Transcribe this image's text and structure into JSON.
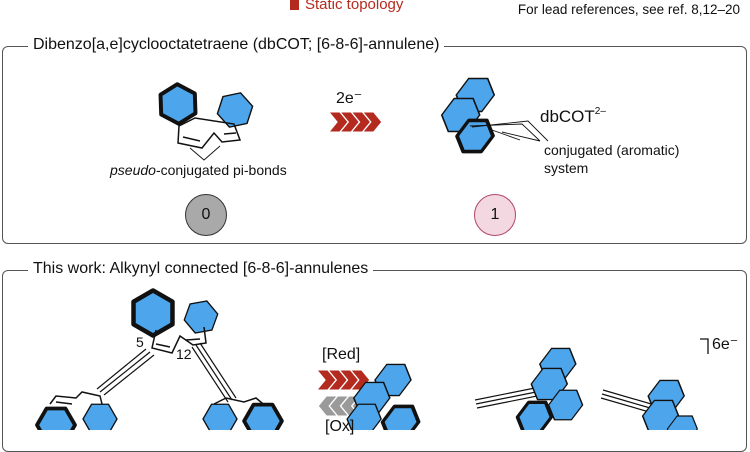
{
  "header": {
    "static_topology": "Static topology",
    "lead_refs": "For lead references, see ref. 8,12–20"
  },
  "panel_top": {
    "title": "Dibenzo[a,e]cyclooctatetraene (dbCOT; [6-8-6]-annulene)",
    "arrow_label": "2e⁻",
    "product_label": "dbCOT",
    "product_charge": "2–",
    "pseudo_italic": "pseudo",
    "pseudo_rest": "-conjugated pi-bonds",
    "aromatic_line1": "conjugated (aromatic)",
    "aromatic_line2": "system",
    "badge_left": "0",
    "badge_right": "1"
  },
  "panel_bottom": {
    "title": "This work: Alkynyl connected [6-8-6]-annulenes",
    "position_5": "5",
    "position_12": "12",
    "reduce_label": "[Red]",
    "oxidize_label": "[Ox]",
    "charge_label": "6e⁻"
  },
  "colors": {
    "ring_fill": "#4da6ec",
    "accent_red": "#b52a1f",
    "arrow_grey": "#9a9a9a",
    "badge_grey": "#a9a9a9",
    "badge_pink": "#f3d8e1",
    "badge_pink_border": "#b2456a"
  }
}
